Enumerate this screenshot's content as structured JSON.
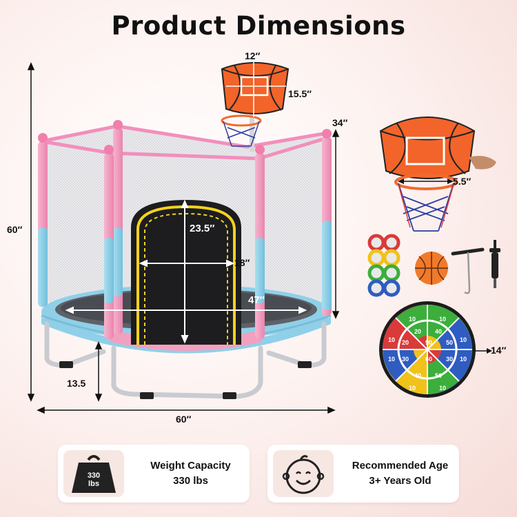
{
  "title": "Product Dimensions",
  "dimensions": {
    "backboard_width": "12″",
    "backboard_height": "15.5″",
    "hoop_top_height": "34″",
    "total_height": "60″",
    "door_height": "23.5″",
    "door_width": "18″",
    "mat_diameter": "47″",
    "leg_height": "13.5",
    "total_width": "60″",
    "rim_diameter": "5.5″",
    "dartboard_diameter": "14″"
  },
  "dartboard": {
    "outer_scores": [
      "10",
      "10",
      "10",
      "10",
      "10",
      "10",
      "10",
      "10"
    ],
    "middle_scores": [
      "20",
      "40",
      "50",
      "30",
      "40",
      "50",
      "30",
      "20"
    ],
    "inner_scores": [
      "90",
      "60"
    ]
  },
  "features": [
    {
      "icon": "weight-icon",
      "icon_text": "330\nlbs",
      "heading": "Weight Capacity",
      "value": "330 lbs"
    },
    {
      "icon": "baby-face-icon",
      "heading": "Recommended Age",
      "value": "3+ Years Old"
    }
  ],
  "colors": {
    "pink": "#f2a0c0",
    "blue": "#8fd0e8",
    "orange": "#f26a2e",
    "yellow": "#f5d21f"
  }
}
